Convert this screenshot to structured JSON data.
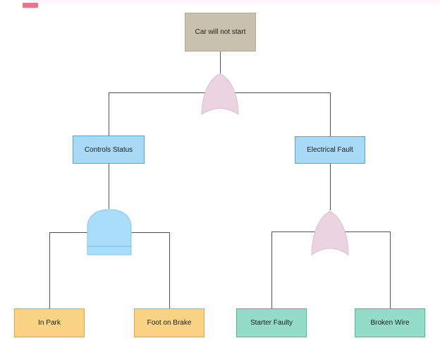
{
  "diagram": {
    "type": "fault-tree",
    "top_event": {
      "label": "Car will not start",
      "gate": "OR"
    },
    "branches": [
      {
        "label": "Controls Status",
        "gate": "AND",
        "children": [
          {
            "label": "In Park"
          },
          {
            "label": "Foot on Brake"
          }
        ]
      },
      {
        "label": "Electrical Fault",
        "gate": "OR",
        "children": [
          {
            "label": "Starter Faulty"
          },
          {
            "label": "Broken Wire"
          }
        ]
      }
    ]
  },
  "colors": {
    "canvas_bg": "#ffffff",
    "connector": "#545454",
    "node_text": "#1c1c1c",
    "top_event_fill": "#c6c2ad",
    "top_event_border": "#afaa92",
    "intermediate_fill": "#a8daf5",
    "intermediate_border": "#58a3d6",
    "basic_left_fill": "#fbd385",
    "basic_left_border": "#dba449",
    "basic_right_fill": "#93dcc8",
    "basic_right_border": "#4db49a",
    "or_gate_fill": "#ebd3e1",
    "or_gate_border": "#dcc3d3",
    "and_gate_fill": "#a9ddf8",
    "and_gate_border": "#8fccf1",
    "and_gate_bar": "#7fc4ea",
    "top_band": "#faf2f8",
    "red_mark": "#e2798a"
  }
}
